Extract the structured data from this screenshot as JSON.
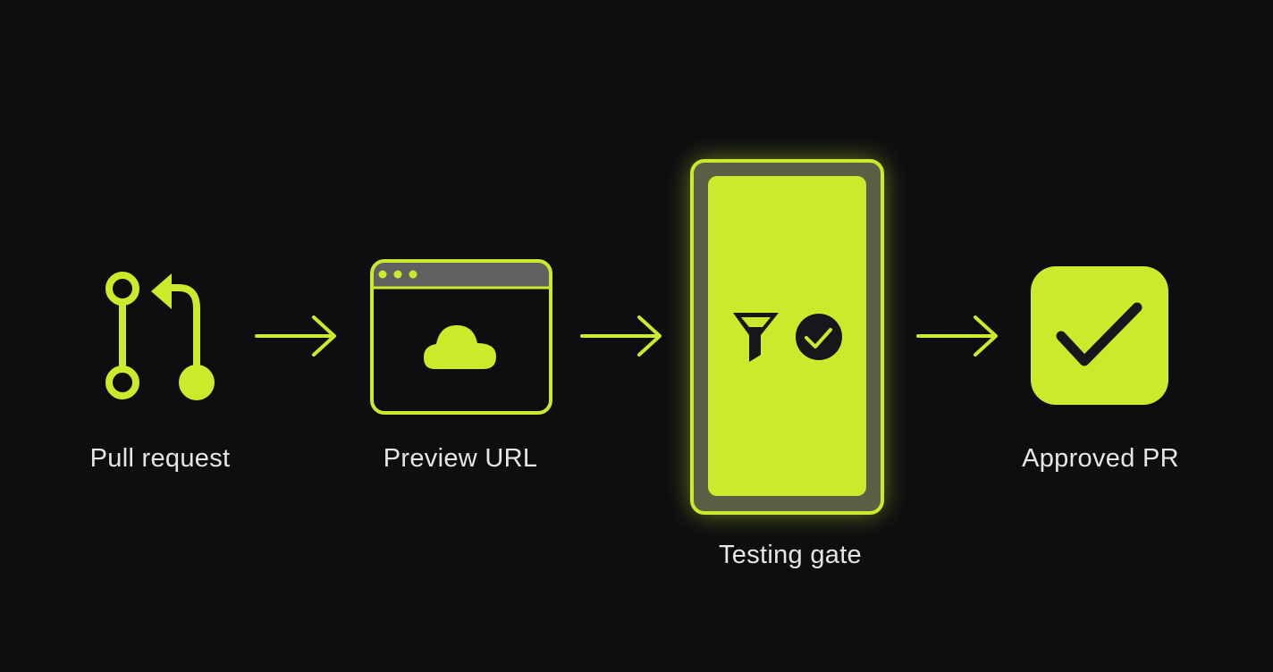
{
  "colors": {
    "accent": "#cde92b",
    "background": "#0c0e10",
    "text": "#e6e6e6",
    "dark": "#15171a"
  },
  "steps": [
    {
      "label": "Pull request",
      "icon": "git-pull-request-icon"
    },
    {
      "label": "Preview URL",
      "icon": "browser-cloud-icon"
    },
    {
      "label": "Testing gate",
      "icon": "filter-check-icon",
      "highlighted": true
    },
    {
      "label": "Approved PR",
      "icon": "check-square-icon"
    }
  ]
}
